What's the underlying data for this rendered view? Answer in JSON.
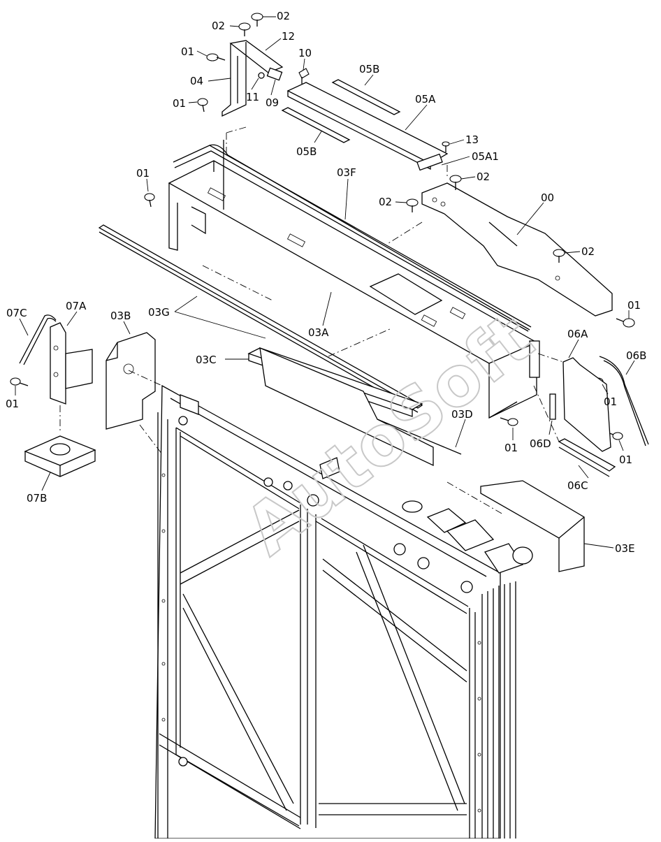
{
  "watermark": "AutoSoft",
  "part_labels": {
    "l02a": "02",
    "l02b": "02",
    "l12": "12",
    "l01a": "01",
    "l10": "10",
    "l05B_top": "05B",
    "l04": "04",
    "l11": "11",
    "l09": "09",
    "l05A": "05A",
    "l01b": "01",
    "l13": "13",
    "l05A1": "05A1",
    "l05B_bot": "05B",
    "l03F": "03F",
    "l01c": "01",
    "l02c": "02",
    "l02d": "02",
    "l00": "00",
    "l02e": "02",
    "l07C": "07C",
    "l07A": "07A",
    "l03B": "03B",
    "l03G": "03G",
    "l03A": "03A",
    "l01d": "01",
    "l06A": "06A",
    "l06B": "06B",
    "l03C": "03C",
    "l01e": "01",
    "l01f": "01",
    "l03D": "03D",
    "l01g": "01",
    "l06D": "06D",
    "l01h": "01",
    "l07B": "07B",
    "l06C": "06C",
    "l03E": "03E"
  },
  "colors": {
    "line": "#000000",
    "background": "#ffffff",
    "watermark": "#c8c8c8"
  }
}
